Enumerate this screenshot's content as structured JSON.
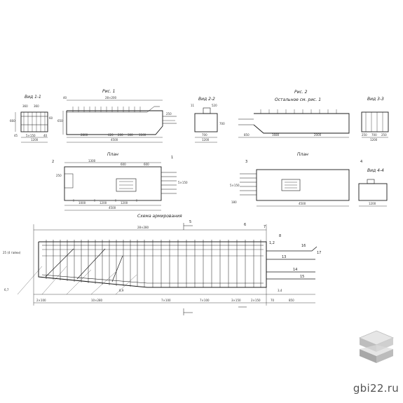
{
  "titles": {
    "vid_1_1": "Вид 1-1",
    "ris_1": "Рис. 1",
    "vid_2_2": "Вид 2-2",
    "ris_2": "Рис. 2",
    "ris_2_note": "Остальное см. рис. 1",
    "vid_3_3": "Вид 3-3",
    "plan_1": "План",
    "plan_2": "План",
    "vid_4_4": "Вид 4-4",
    "schema": "Схема армирования"
  },
  "dims": {
    "v11_a": "360",
    "v11_b": "360",
    "v11_c": "45",
    "v11_d": "5×150",
    "v11_e": "40",
    "v11_f": "1200",
    "v11_g": "60",
    "v11_h": "660",
    "r1_top": "28×200",
    "r1_1": "2800",
    "r1_2": "620",
    "r1_3": "200",
    "r1_4": "300",
    "r1_5": "1100",
    "r1_total": "4500",
    "r1_h1": "650",
    "r1_h2": "250",
    "r1_left": "40",
    "v22_a": "11",
    "v22_b": "520",
    "v22_c": "700",
    "v22_total": "1200",
    "v22_h": "700",
    "r2_1": "850",
    "r2_2": "1680",
    "r2_3": "2000",
    "v33_a": "250",
    "v33_b": "700",
    "v33_c": "250",
    "v33_total": "1200",
    "p1_a": "1300",
    "p1_b": "600",
    "p1_c": "600",
    "p1_d": "1000",
    "p1_e": "1200",
    "p1_f": "1200",
    "p1_g": "5×150",
    "p1_h": "250",
    "p1_total": "4500",
    "p2_a": "5×150",
    "p2_b": "4500",
    "p2_c": "180",
    "v44_total": "1200",
    "s_top": "28×280",
    "s_a": "25 (4 гайки)",
    "s_b": "2×100",
    "s_c": "10×280",
    "s_d": "7×100",
    "s_e": "7×100",
    "s_f": "3×150",
    "s_g": "2×150",
    "s_h": "70",
    "s_i": "850",
    "s_j": "6,7",
    "s_k": "8,9",
    "s_l": "3,4"
  },
  "marks": {
    "m1": "1",
    "m2": "2",
    "m3": "3",
    "m4": "4",
    "m5": "5",
    "m6": "6",
    "m7": "7",
    "m8": "8",
    "m12": "1,2",
    "m13": "13",
    "m14": "14",
    "m15": "15",
    "m16": "16",
    "m17": "17"
  },
  "watermark": "gbi22.ru"
}
